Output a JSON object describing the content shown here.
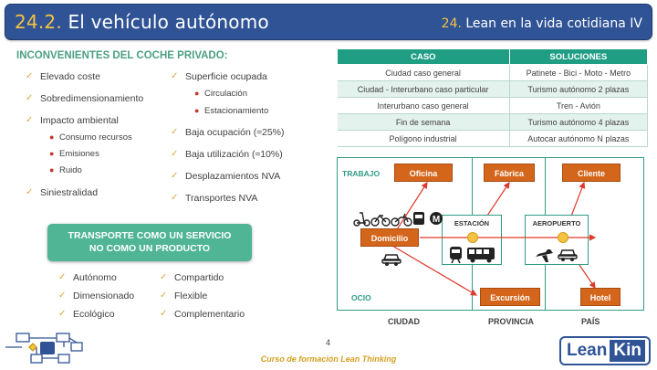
{
  "header": {
    "number": "24.2.",
    "title": "El vehículo autónomo",
    "section_number": "24.",
    "section_title": "Lean en la vida cotidiana IV"
  },
  "left": {
    "title": "INCONVENIENTES DEL COCHE PRIVADO:",
    "col1": [
      "Elevado coste",
      "Sobredimensionamiento",
      "Impacto ambiental"
    ],
    "impacto_sub": [
      "Consumo recursos",
      "Emisiones",
      "Ruido"
    ],
    "col1_last": "Siniestralidad",
    "col2_first": "Superficie ocupada",
    "superficie_sub": [
      "Circulación",
      "Estacionamiento"
    ],
    "col2": [
      "Baja ocupación (≈25%)",
      "Baja utilización (≈10%)",
      "Desplazamientos NVA",
      "Transportes NVA"
    ]
  },
  "banner": {
    "line1": "TRANSPORTE COMO UN SERVICIO",
    "line2": "NO COMO UN PRODUCTO"
  },
  "benefits": {
    "col1": [
      "Autónomo",
      "Dimensionado",
      "Ecológico"
    ],
    "col2": [
      "Compartido",
      "Flexible",
      "Complementario"
    ]
  },
  "table": {
    "headers": [
      "CASO",
      "SOLUCIONES"
    ],
    "rows": [
      [
        "Ciudad caso general",
        "Patinete - Bici - Moto - Metro"
      ],
      [
        "Ciudad - Interurbano caso particular",
        "Turismo autónomo 2 plazas"
      ],
      [
        "Interurbano caso general",
        "Tren - Avión"
      ],
      [
        "Fin de semana",
        "Turismo autónomo 4 plazas"
      ],
      [
        "Polígono industrial",
        "Autocar autónomo N plazas"
      ]
    ]
  },
  "diagram": {
    "trabajo": "TRABAJO",
    "ocio": "OCIO",
    "oficina": "Oficina",
    "fabrica": "Fábrica",
    "cliente": "Cliente",
    "domicilio": "Domicilio",
    "estacion": "ESTACIÓN",
    "aeropuerto": "AEROPUERTO",
    "excursion": "Excursión",
    "hotel": "Hotel",
    "metro_letter": "M",
    "zones": [
      "CIUDAD",
      "PROVINCIA",
      "PAÍS"
    ]
  },
  "footer": {
    "page": "4",
    "course": "Curso de formación Lean Thinking",
    "logo_a": "Lean",
    "logo_b": "Kin"
  },
  "colors": {
    "header": "#2f5395",
    "accent_green": "#4c9e84",
    "box_orange": "#d4661b",
    "check": "#d9a83c"
  }
}
